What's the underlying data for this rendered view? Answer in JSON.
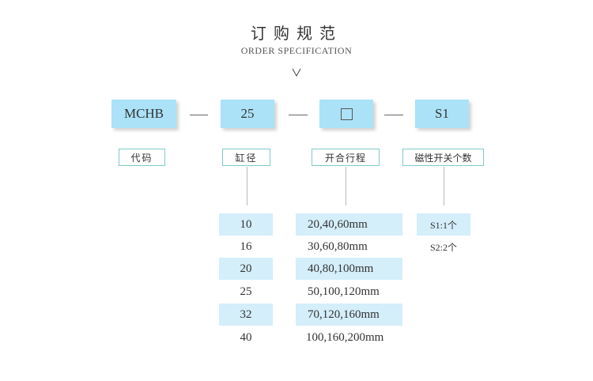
{
  "header": {
    "title": "订购规范",
    "subtitle": "ORDER SPECIFICATION"
  },
  "code": {
    "model": "MCHB",
    "bore": "25",
    "stroke": "□",
    "switch": "S1"
  },
  "labels": {
    "model": "代码",
    "bore": "缸径",
    "stroke": "开合行程",
    "switch": "磁性开关个数"
  },
  "bores": [
    "10",
    "16",
    "20",
    "25",
    "32",
    "40"
  ],
  "strokes": [
    "20,40,60mm",
    "30,60,80mm",
    "40,80,100mm",
    "50,100,120mm",
    "70,120,160mm",
    "100,160,200mm"
  ],
  "switches": [
    "S1:1个",
    "S2:2个"
  ],
  "colors": {
    "box": "#abe2f8",
    "highlight": "#d4eefa",
    "label_border": "#7dccc8"
  }
}
